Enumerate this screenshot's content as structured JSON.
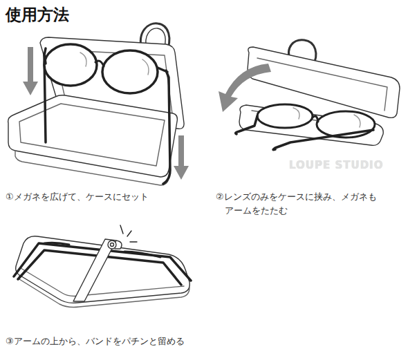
{
  "diagram": {
    "title": "使用方法",
    "labels": [
      "①メガネを広げて、ケースにセット",
      "②レンズのみをケースに挟み、メガネも アームをたたむ",
      "③アームの上から、バンドをパチンと留める",
      "LOUPE STUDIO"
    ]
  }
}
